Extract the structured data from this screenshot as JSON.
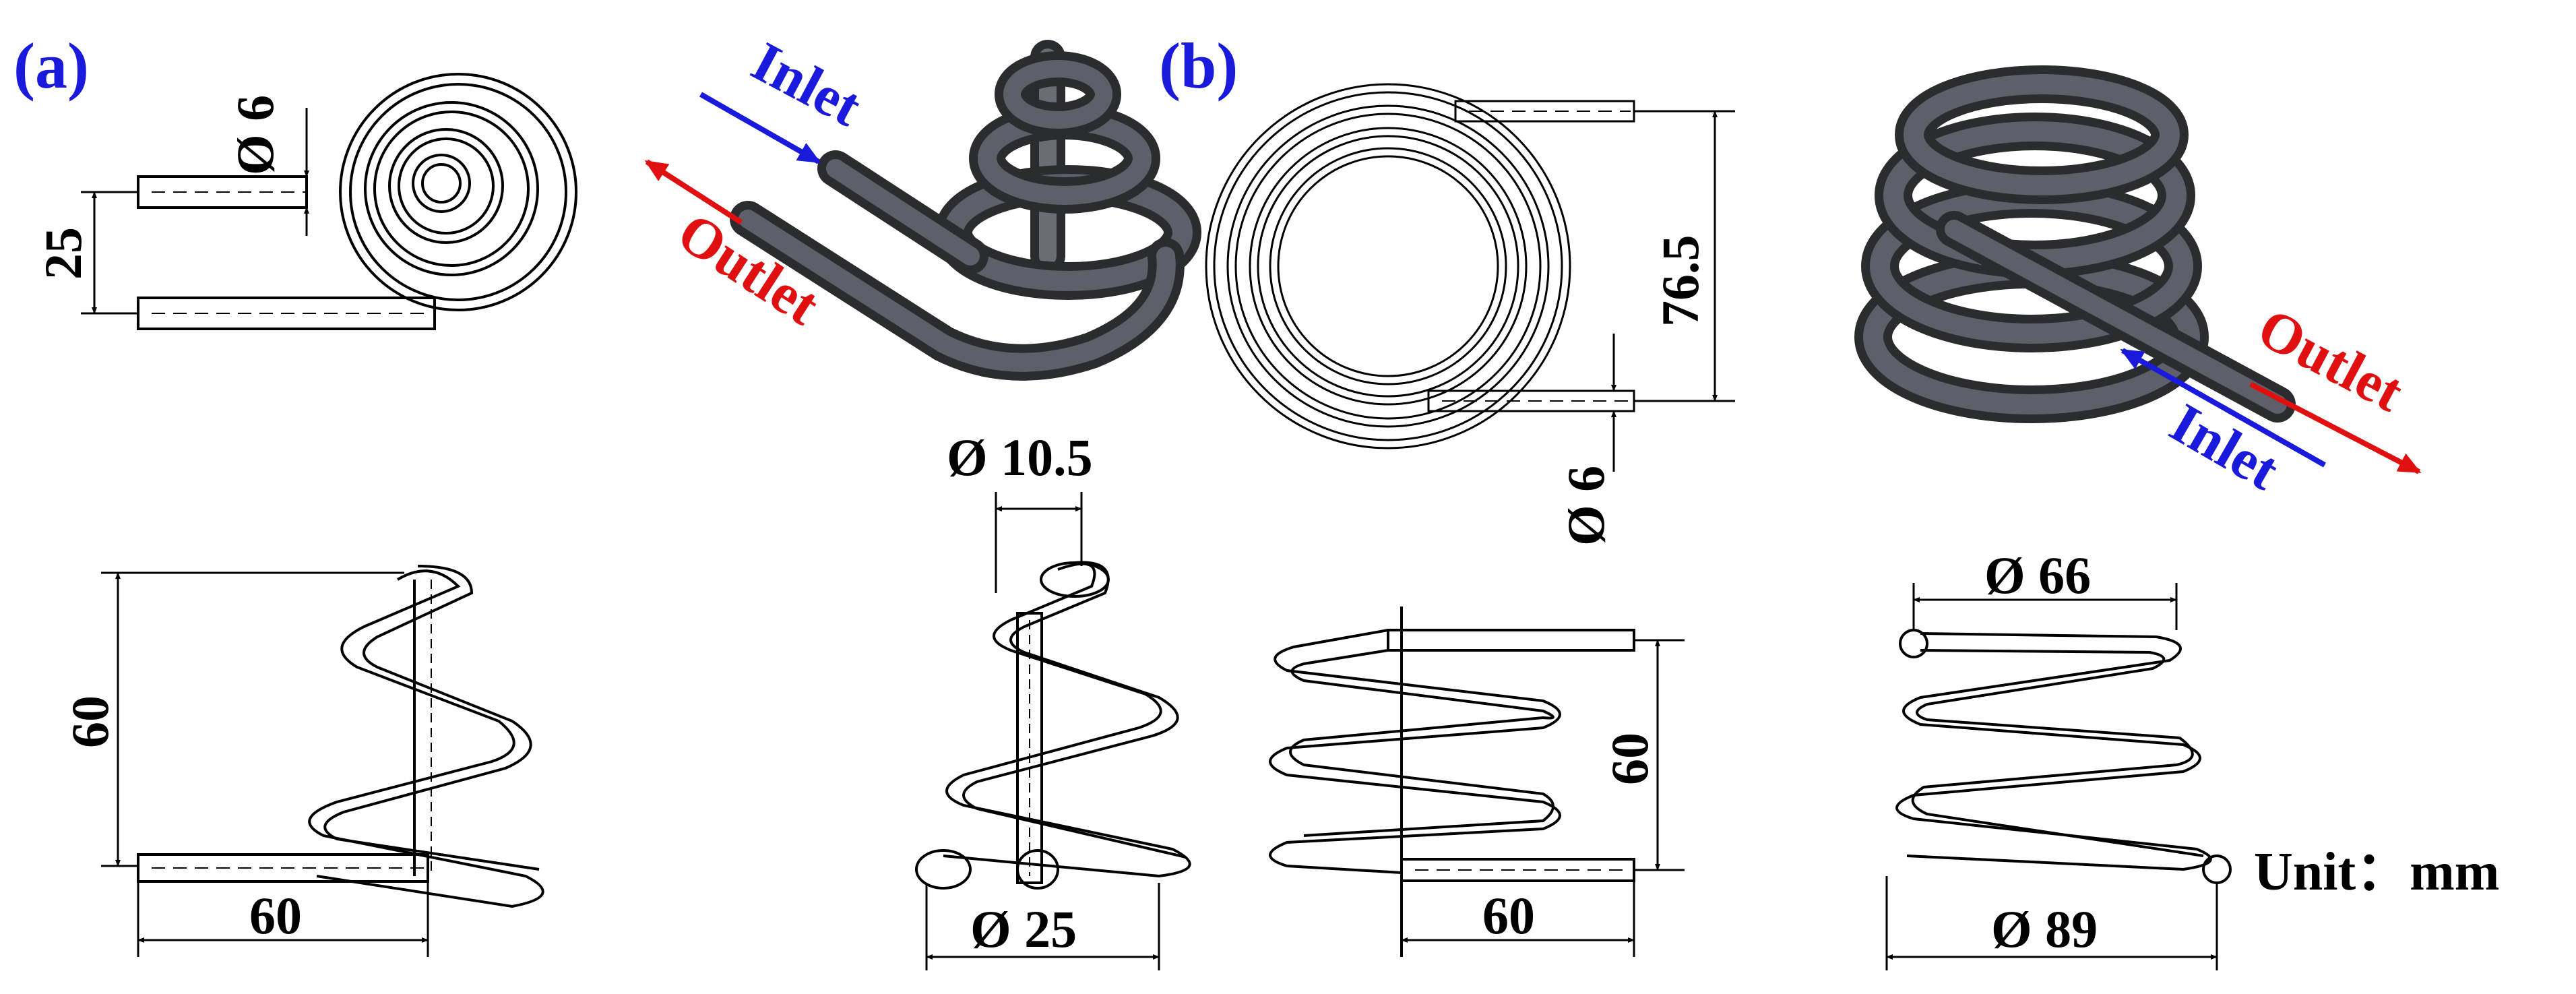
{
  "panels": [
    {
      "label": "(a)",
      "color": "#1a1adc"
    },
    {
      "label": "(b)",
      "color": "#1a1adc"
    }
  ],
  "flow": {
    "inlet": "Inlet",
    "outlet": "Outlet",
    "inlet_color": "#1a1adc",
    "outlet_color": "#e01010"
  },
  "tube_color": "#4d5057",
  "dimensions": {
    "a_tube_dia": "Ø 6",
    "a_gap": "25",
    "a_height": "60",
    "a_width": "60",
    "a_tube_outer": "Ø 10.5",
    "a_base_dia": "Ø 25",
    "b_height_top": "76.5",
    "b_tube_dia": "Ø 6",
    "b_height": "60",
    "b_width": "60",
    "b_top_dia": "Ø 66",
    "b_base_dia": "Ø 89"
  },
  "unit": "Unit：mm"
}
